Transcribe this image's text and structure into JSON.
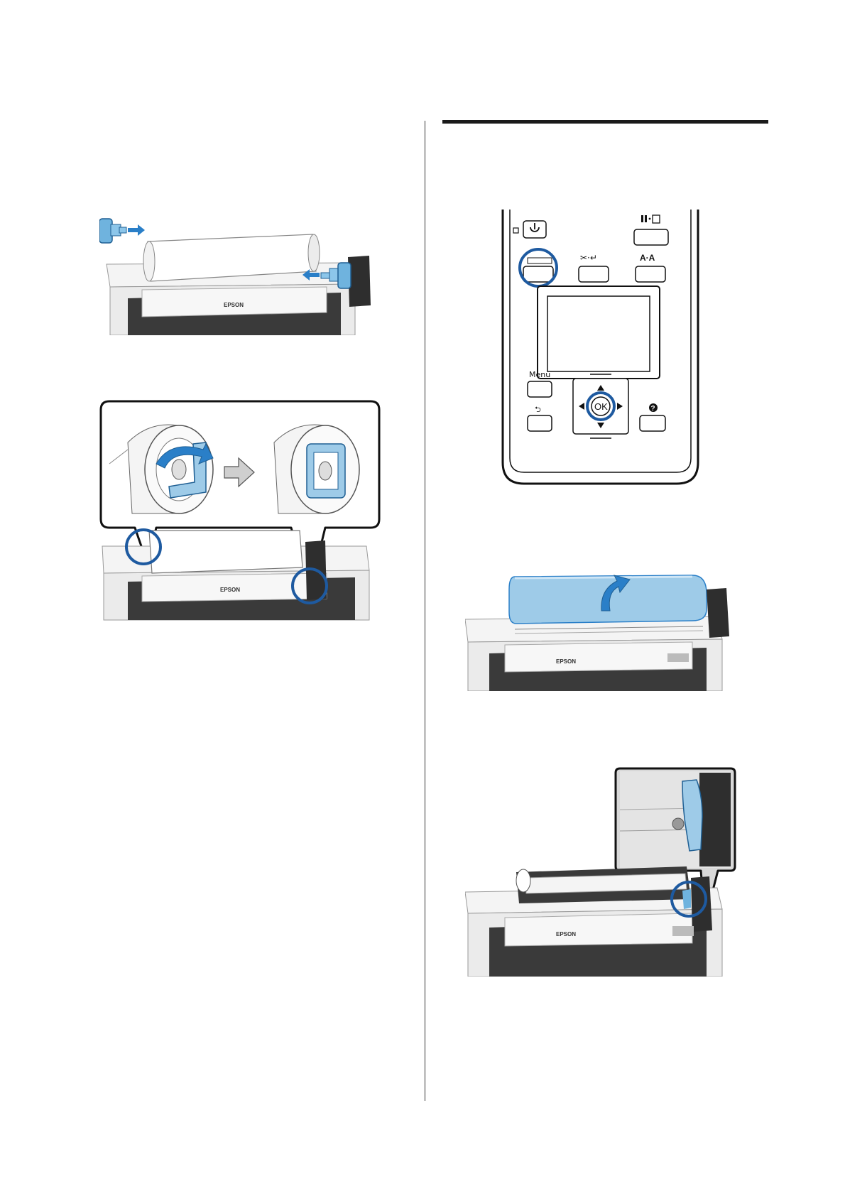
{
  "page": {
    "background": "#ffffff",
    "accent_color": "#2a7fc8",
    "highlight_ring_color": "#1e5aa0",
    "figure_highlight_color": "#9ecbe8"
  },
  "figures": {
    "fig1": {
      "brand": "EPSON",
      "icons": [
        "adapter-left-icon",
        "adapter-right-icon",
        "insert-arrow-icon"
      ]
    },
    "fig2": {
      "brand": "EPSON",
      "icons": [
        "lock-lever-icon",
        "direction-arrow-icon",
        "highlight-ring-icon"
      ]
    },
    "fig3": {
      "menu_label": "Menu",
      "ok_label": "OK",
      "help_glyph": "?",
      "back_glyph": "⮌",
      "icons": [
        "power-icon",
        "pause-cancel-icon",
        "paper-source-icon",
        "cut-feed-icon",
        "paper-type-icon",
        "menu-icon",
        "back-icon",
        "help-icon",
        "nav-up-icon",
        "nav-down-icon",
        "nav-left-icon",
        "nav-right-icon"
      ]
    },
    "fig4": {
      "brand": "EPSON",
      "icons": [
        "open-cover-arrow-icon"
      ]
    },
    "fig5": {
      "brand": "EPSON",
      "icons": [
        "lever-icon",
        "highlight-ring-icon"
      ]
    }
  }
}
